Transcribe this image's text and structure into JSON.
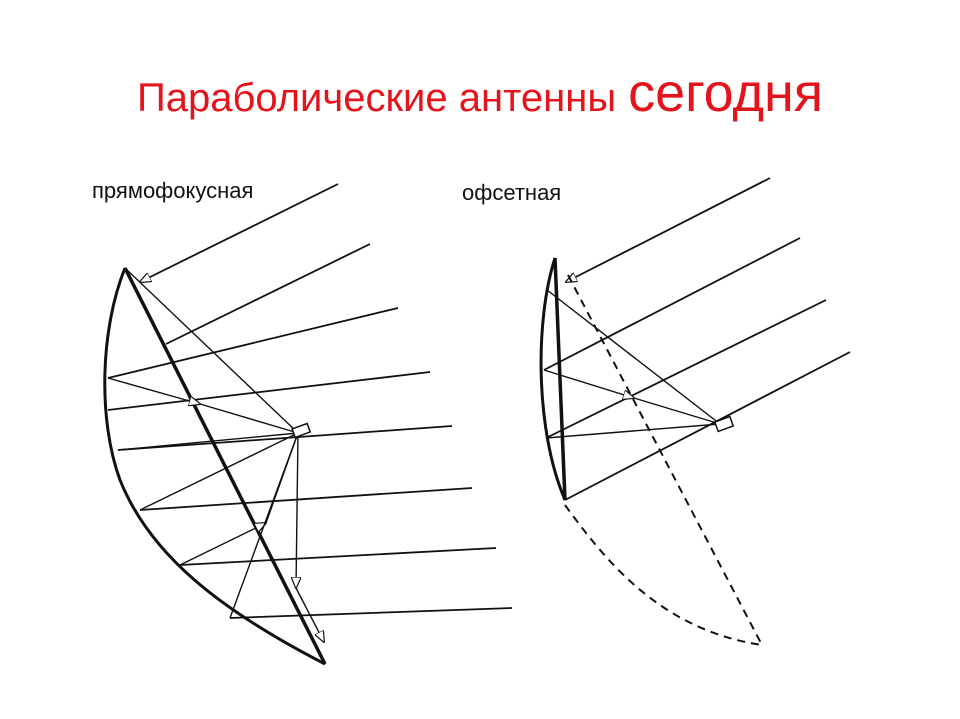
{
  "title": {
    "main": "Параболические антенны",
    "accent": "сегодня",
    "color": "#e3141b"
  },
  "diagrams": {
    "prime_focus": {
      "label": "прямофокусная"
    },
    "offset": {
      "label": "офсетная"
    }
  },
  "colors": {
    "ink": "#111111",
    "background": "#ffffff"
  }
}
